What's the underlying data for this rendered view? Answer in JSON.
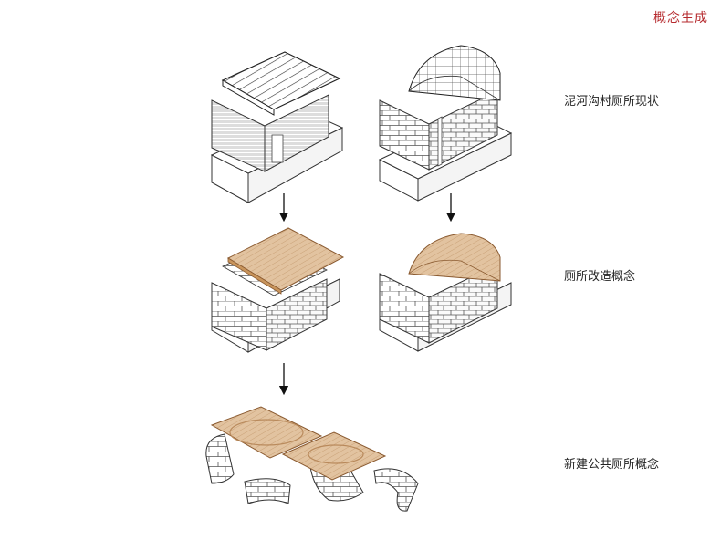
{
  "title": "概念生成",
  "stages": [
    {
      "label": "泥河沟村厕所现状"
    },
    {
      "label": "厕所改造概念"
    },
    {
      "label": "新建公共厕所概念"
    }
  ],
  "colors": {
    "title": "#b5282c",
    "line": "#333333",
    "roof_wood": "#c9955c",
    "arrow": "#111111"
  }
}
